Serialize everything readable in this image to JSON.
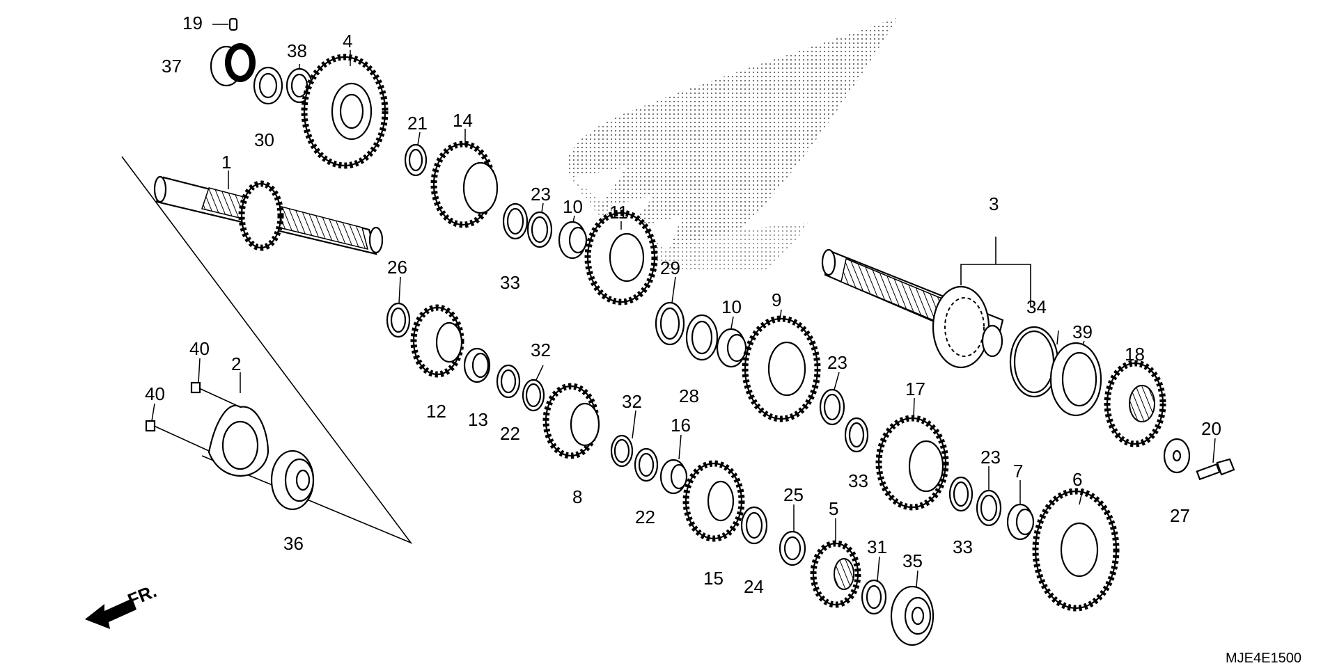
{
  "diagram": {
    "code": "MJE4E1500",
    "direction_label": "FR.",
    "watermark": "wing-logo-watermark",
    "callouts": [
      {
        "id": "c1",
        "text": "1"
      },
      {
        "id": "c2",
        "text": "2"
      },
      {
        "id": "c3",
        "text": "3"
      },
      {
        "id": "c4",
        "text": "4"
      },
      {
        "id": "c5",
        "text": "5"
      },
      {
        "id": "c6",
        "text": "6"
      },
      {
        "id": "c7",
        "text": "7"
      },
      {
        "id": "c8",
        "text": "8"
      },
      {
        "id": "c9",
        "text": "9"
      },
      {
        "id": "c10a",
        "text": "10"
      },
      {
        "id": "c10b",
        "text": "10"
      },
      {
        "id": "c11",
        "text": "11"
      },
      {
        "id": "c12",
        "text": "12"
      },
      {
        "id": "c13",
        "text": "13"
      },
      {
        "id": "c14",
        "text": "14"
      },
      {
        "id": "c15",
        "text": "15"
      },
      {
        "id": "c16",
        "text": "16"
      },
      {
        "id": "c17",
        "text": "17"
      },
      {
        "id": "c18",
        "text": "18"
      },
      {
        "id": "c19",
        "text": "19"
      },
      {
        "id": "c20",
        "text": "20"
      },
      {
        "id": "c21",
        "text": "21"
      },
      {
        "id": "c22a",
        "text": "22"
      },
      {
        "id": "c22b",
        "text": "22"
      },
      {
        "id": "c23a",
        "text": "23"
      },
      {
        "id": "c23b",
        "text": "23"
      },
      {
        "id": "c23c",
        "text": "23"
      },
      {
        "id": "c24",
        "text": "24"
      },
      {
        "id": "c25",
        "text": "25"
      },
      {
        "id": "c26",
        "text": "26"
      },
      {
        "id": "c27",
        "text": "27"
      },
      {
        "id": "c28",
        "text": "28"
      },
      {
        "id": "c29",
        "text": "29"
      },
      {
        "id": "c30",
        "text": "30"
      },
      {
        "id": "c31",
        "text": "31"
      },
      {
        "id": "c32a",
        "text": "32"
      },
      {
        "id": "c32b",
        "text": "32"
      },
      {
        "id": "c33a",
        "text": "33"
      },
      {
        "id": "c33b",
        "text": "33"
      },
      {
        "id": "c33c",
        "text": "33"
      },
      {
        "id": "c34",
        "text": "34"
      },
      {
        "id": "c35",
        "text": "35"
      },
      {
        "id": "c36",
        "text": "36"
      },
      {
        "id": "c37",
        "text": "37"
      },
      {
        "id": "c38",
        "text": "38"
      },
      {
        "id": "c39",
        "text": "39"
      },
      {
        "id": "c40a",
        "text": "40"
      },
      {
        "id": "c40b",
        "text": "40"
      }
    ]
  }
}
